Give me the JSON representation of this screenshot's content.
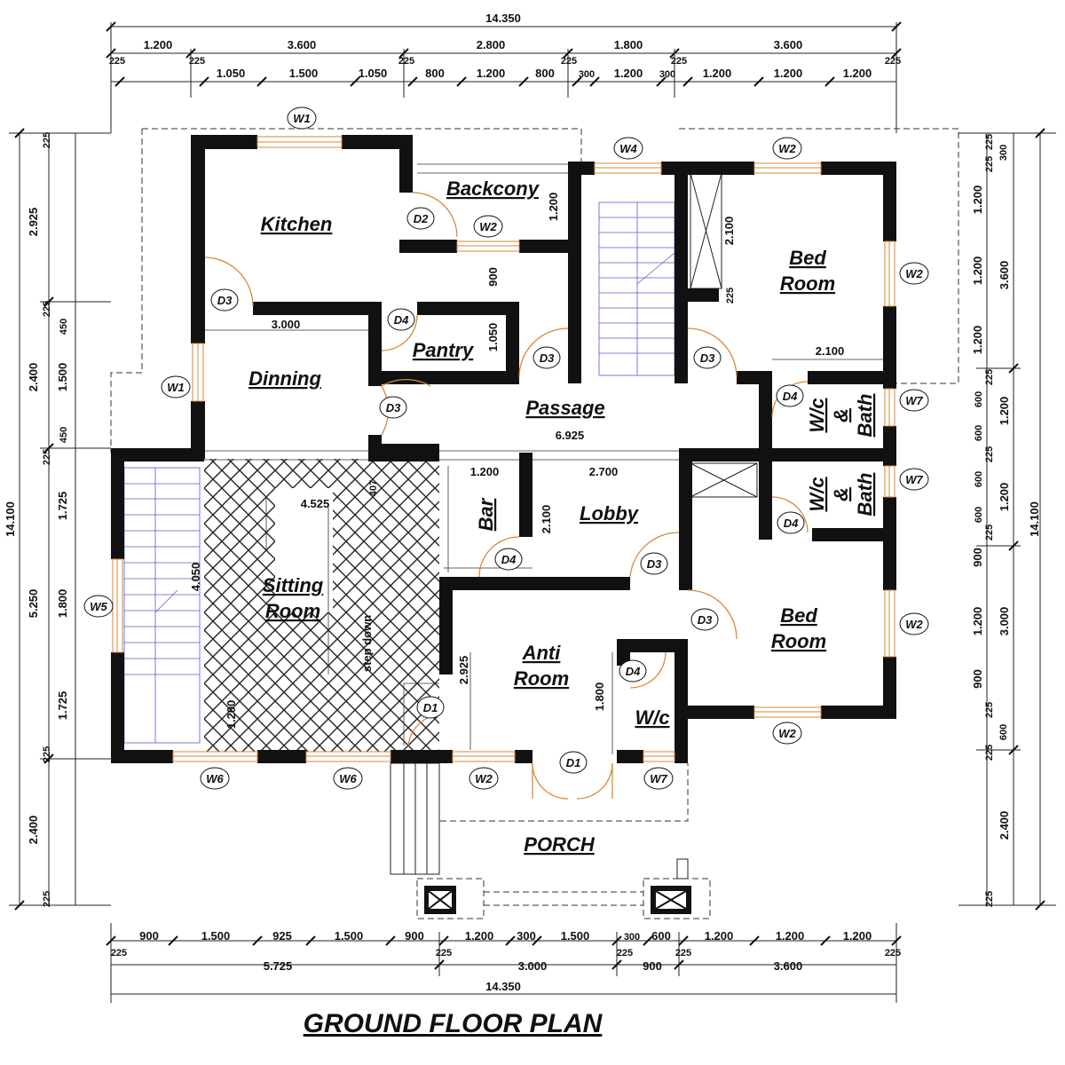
{
  "title": "GROUND FLOOR PLAN",
  "rooms": {
    "kitchen": "Kitchen",
    "backcony": "Backcony",
    "pantry": "Pantry",
    "dinning": "Dinning",
    "passage": "Passage",
    "bedroom_top_1": "Bed",
    "bedroom_top_2": "Room",
    "wc_bath_1a": "W/c",
    "wc_bath_1b": "&",
    "wc_bath_1c": "Bath",
    "wc_bath_2a": "W/c",
    "wc_bath_2b": "&",
    "wc_bath_2c": "Bath",
    "bar": "Bar",
    "lobby": "Lobby",
    "sitting_1": "Sitting",
    "sitting_2": "Room",
    "anti_1": "Anti",
    "anti_2": "Room",
    "wc": "W/c",
    "bedroom_bottom_1": "Bed",
    "bedroom_bottom_2": "Room",
    "porch": "PORCH",
    "step_down": "step down"
  },
  "tags": {
    "w1_top": "W1",
    "w1_left": "W1",
    "w4": "W4",
    "w2_top": "W2",
    "w2_bed_right": "W2",
    "w2_backcony": "W2",
    "w7_a": "W7",
    "w7_b": "W7",
    "w5": "W5",
    "w2_bed2_right": "W2",
    "w2_bed2_bottom": "W2",
    "w6_a": "W6",
    "w6_b": "W6",
    "w2_front": "W2",
    "w7_front": "W7",
    "d2": "D2",
    "d3_kitchen": "D3",
    "d4_pantry": "D4",
    "d3_pantry": "D3",
    "d3_passage": "D3",
    "d3_bed": "D3",
    "d4_wc1": "D4",
    "d4_wc2": "D4",
    "d4_bar": "D4",
    "d3_lobby": "D3",
    "d3_bed2": "D3",
    "d4_wc": "D4",
    "d1_side": "D1",
    "d1_main": "D1"
  },
  "dims_top": {
    "total": "14.350",
    "row1": [
      "1.200",
      "3.600",
      "2.800",
      "1.800",
      "3.600"
    ],
    "wall": [
      "225",
      "225",
      "225",
      "225",
      "225",
      "225"
    ],
    "row2": [
      "1.050",
      "1.500",
      "1.050",
      "800",
      "1.200",
      "800",
      "300",
      "1.200",
      "300",
      "1.200",
      "1.200",
      "1.200"
    ]
  },
  "dims_bottom": {
    "total": "14.350",
    "row1": [
      "900",
      "1.500",
      "925",
      "1.500",
      "900",
      "1.200",
      "300",
      "1.500",
      "300",
      "600",
      "1.200",
      "1.200",
      "1.200"
    ],
    "wall": [
      "225",
      "225",
      "225",
      "225",
      "225"
    ],
    "row2": [
      "5.725",
      "3.000",
      "900",
      "3.600"
    ]
  },
  "dims_left": {
    "total": "14.100",
    "outer": [
      "2.925",
      "2.400",
      "5.250",
      "2.400"
    ],
    "inner": [
      "225",
      "225",
      "450",
      "1.500",
      "450",
      "225",
      "1.725",
      "1.800",
      "1.725",
      "225",
      "225"
    ]
  },
  "dims_right": {
    "total": "14.100",
    "outer": [
      "3.600",
      "3.000",
      "2.400"
    ],
    "inner": [
      "225",
      "225",
      "300",
      "1.200",
      "1.200",
      "1.200",
      "225",
      "600",
      "1.200",
      "600",
      "225",
      "600",
      "1.200",
      "600",
      "225",
      "900",
      "1.200",
      "900",
      "225",
      "600",
      "225",
      "225"
    ]
  },
  "inner_dims": {
    "kitchen_w": "3.000",
    "backcony_h": "1.200",
    "pantry_a": "900",
    "pantry_b": "1.050",
    "bed_wardrobe": "2.100",
    "bed_225": "225",
    "bed_w": "2.100",
    "passage_w": "6.925",
    "bar_w": "1.200",
    "lobby_w": "2.700",
    "bar_h": "2.100",
    "sitting_w": "4.525",
    "sitting_step": "4.050",
    "sitting_h": "407",
    "stair_h": "1.200",
    "anti_h": "2.925",
    "wc_h": "1.800"
  }
}
